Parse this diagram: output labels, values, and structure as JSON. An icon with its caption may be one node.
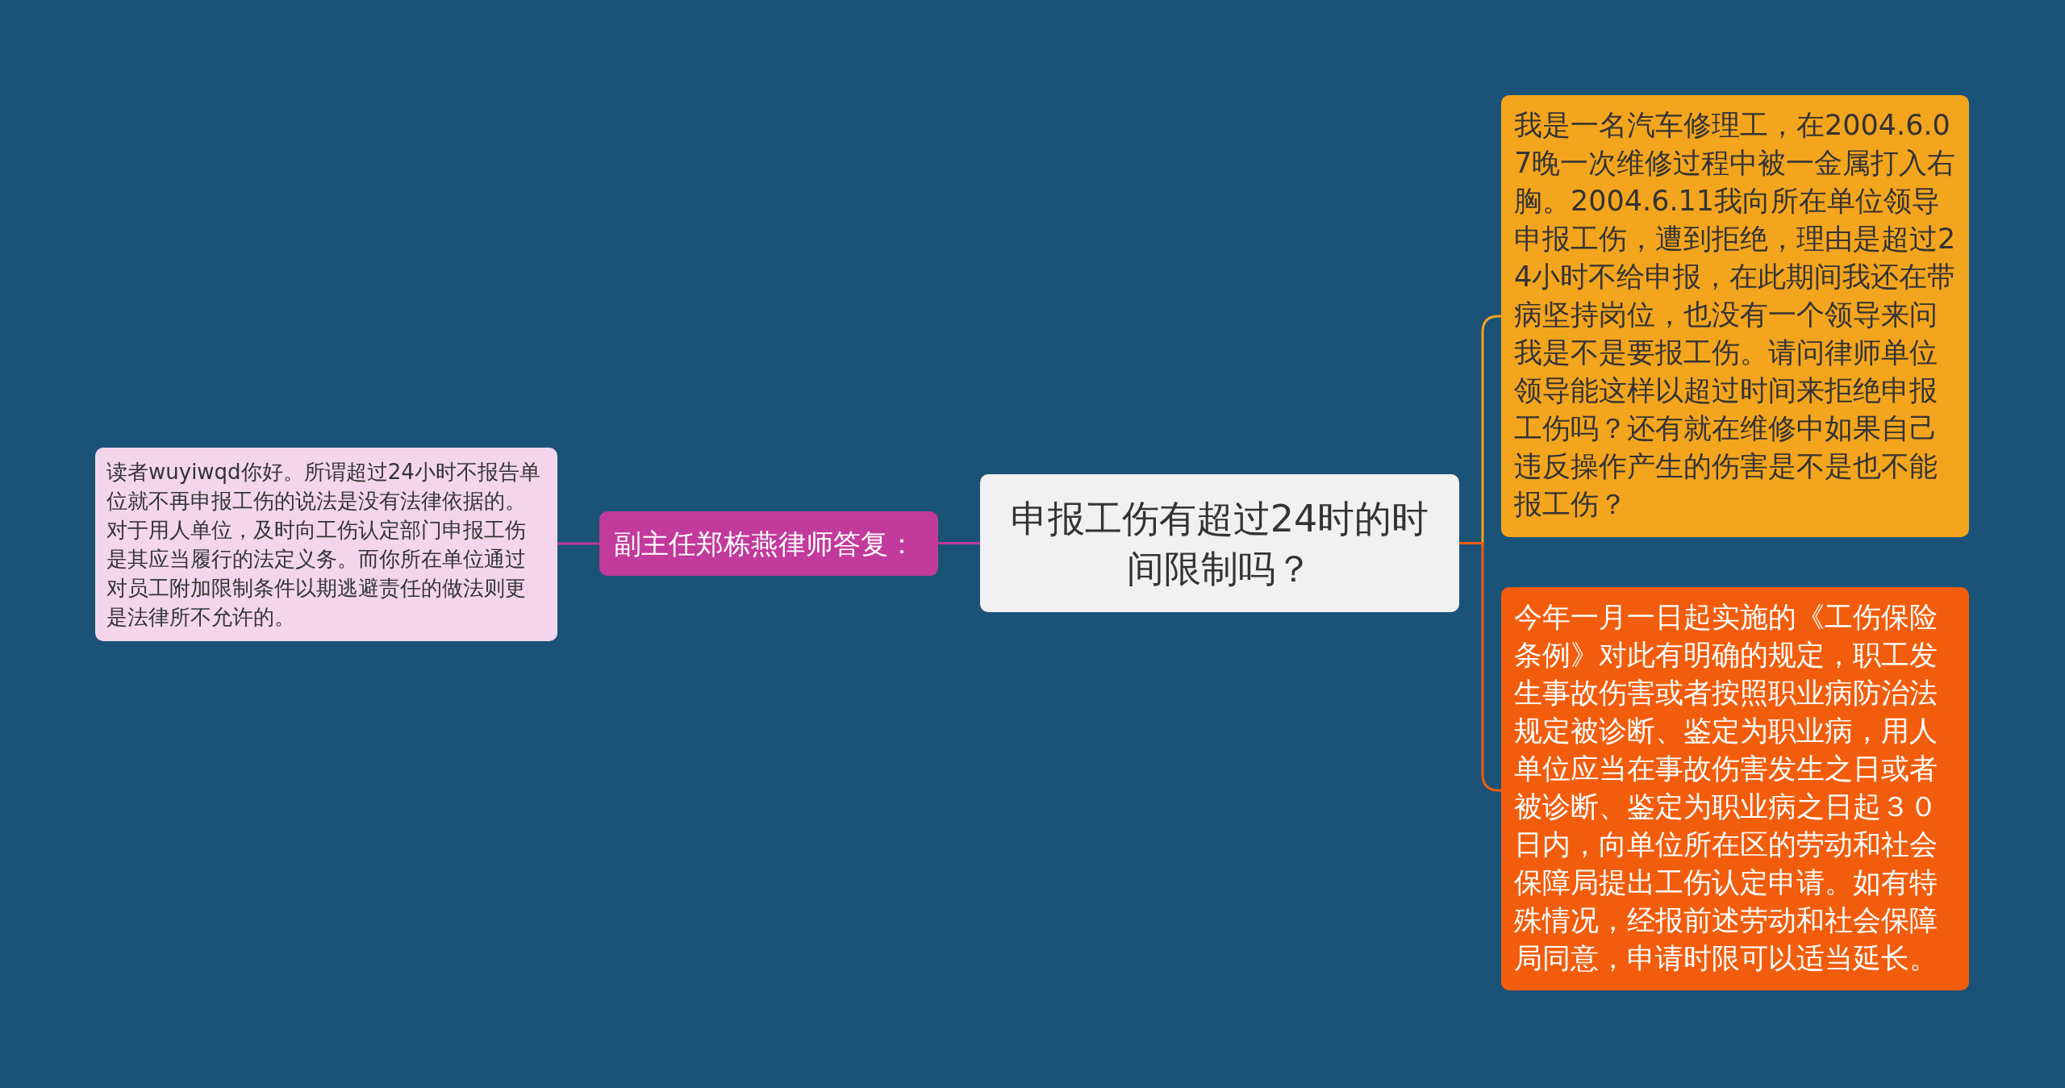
{
  "diagram": {
    "nodes": [
      {
        "text": [
          "申报工伤有超过24时的时间限制吗？"
        ]
      },
      {
        "text": [
          "副主任郑栋燕律师答复："
        ]
      },
      {
        "text": [
          "读者wuyiwqd你好。所谓超过24小时不报告单位就不再申报工伤的说法是没有法律依据的。对于用人单位，及时向工伤认定部门申报工伤是其应当履行的法定义务。而你所在单位通过对员工附加限制条件以期逃避责任的做法则更是法律所不允许的。"
        ]
      },
      {
        "text": [
          "我是一名汽车修理工，在2004.6.07晚一次维修过程中被一金属打入右胸。2004.6.11我向所在单位领导申报工伤，遭到拒绝，理由是超过24小时不给申报，在此期间我还在带病坚持岗位，也没有一个领导来问我是不是要报工伤。请问律师单位领导能这样以超过时间来拒绝申报工伤吗？还有就在维修中如果自己违反操作产生的伤害是不是也不能报工伤？"
        ]
      },
      {
        "text": [
          "今年一月一日起实施的《工伤保险条例》对此有明确的规定，职工发生事故伤害或者按照职业病防治法规定被诊断、鉴定为职业病，用人单位应当在事故伤害发生之日或者被诊断、鉴定为职业病之日起３０日内，向单位所在区的劳动和社会保障局提出工伤认定申请。如有特殊情况，经报前述劳动和社会保障局同意，申请时限可以适当延长。"
        ]
      }
    ],
    "edges": [
      {
        "from": 0,
        "to": 1,
        "arrow": "none",
        "color": "#c23a9c"
      },
      {
        "from": 1,
        "to": 2,
        "arrow": "none",
        "color": "#c23a9c"
      },
      {
        "from": 0,
        "to": 3,
        "arrow": "none",
        "color": "#f3a51e"
      },
      {
        "from": 0,
        "to": 4,
        "arrow": "none",
        "color": "#f25d0d"
      }
    ]
  }
}
